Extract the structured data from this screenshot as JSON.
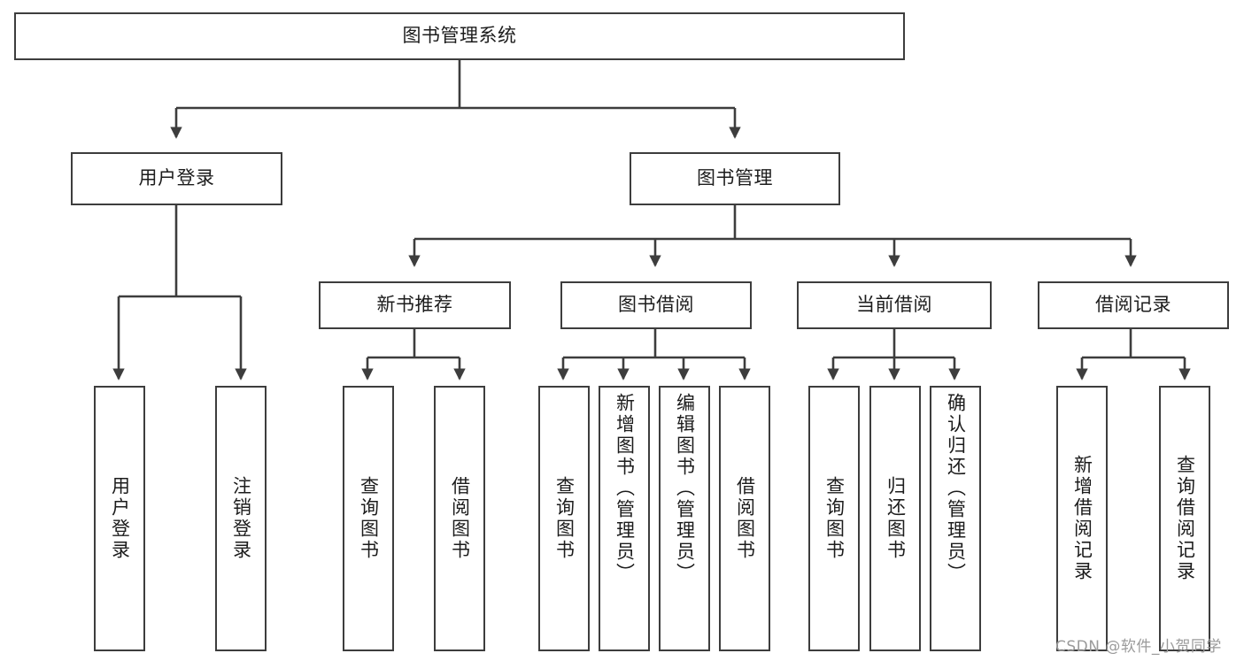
{
  "diagram": {
    "title": "图书管理系统",
    "type": "tree",
    "colors": {
      "background": "#ffffff",
      "border": "#3d3d3d",
      "text": "#1c1c1c",
      "edge": "#3d3d3d",
      "watermark": "#9b9b9b"
    },
    "nodes": {
      "root": {
        "label": "图书管理系统"
      },
      "level2": [
        {
          "id": "user-login",
          "label": "用户登录"
        },
        {
          "id": "book-manage",
          "label": "图书管理"
        }
      ],
      "level3": [
        {
          "id": "new-book-rec",
          "label": "新书推荐"
        },
        {
          "id": "book-borrow",
          "label": "图书借阅"
        },
        {
          "id": "current-borrow",
          "label": "当前借阅"
        },
        {
          "id": "borrow-record",
          "label": "借阅记录"
        }
      ],
      "leaves": {
        "user-login": [
          {
            "id": "leaf-user-login",
            "label": "用户登录"
          },
          {
            "id": "leaf-logout",
            "label": "注销登录"
          }
        ],
        "new-book-rec": [
          {
            "id": "leaf-query-book-1",
            "label": "查询图书"
          },
          {
            "id": "leaf-borrow-book-1",
            "label": "借阅图书"
          }
        ],
        "book-borrow": [
          {
            "id": "leaf-query-book-2",
            "label": "查询图书"
          },
          {
            "id": "leaf-add-book",
            "label": "新增图书（管理员）"
          },
          {
            "id": "leaf-edit-book",
            "label": "编辑图书（管理员）"
          },
          {
            "id": "leaf-borrow-book-2",
            "label": "借阅图书"
          }
        ],
        "current-borrow": [
          {
            "id": "leaf-query-book-3",
            "label": "查询图书"
          },
          {
            "id": "leaf-return-book",
            "label": "归还图书"
          },
          {
            "id": "leaf-confirm-return",
            "label": "确认归还（管理员）"
          }
        ],
        "borrow-record": [
          {
            "id": "leaf-add-record",
            "label": "新增借阅记录"
          },
          {
            "id": "leaf-query-record",
            "label": "查询借阅记录"
          }
        ]
      }
    },
    "watermark": "CSDN @软件_小贺同学"
  }
}
